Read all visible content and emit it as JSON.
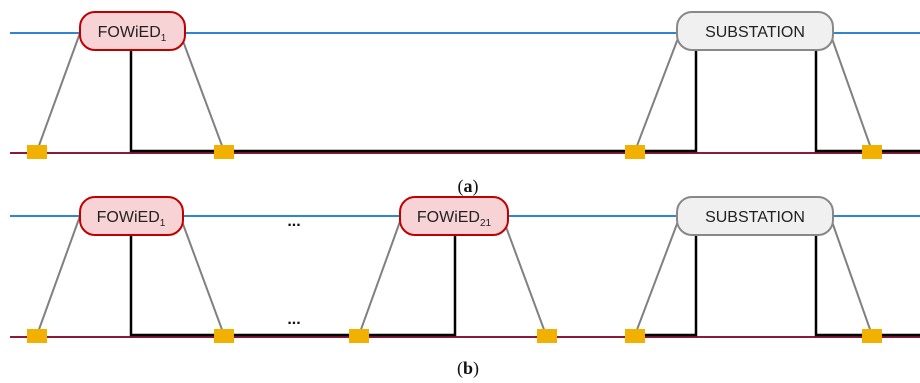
{
  "colors": {
    "top_line": "#2e86d1",
    "bottom_line": "#8b1a3a",
    "conductor": "#000000",
    "strut": "#808080",
    "connector": "#f2b100",
    "fowied_fill": "#f8d3d6",
    "fowied_stroke": "#c00000",
    "substation_fill": "#f0f0f0",
    "substation_stroke": "#888888"
  },
  "diagram_a": {
    "nodes": [
      {
        "kind": "fowied",
        "label": "FOWiED",
        "sub": "1"
      },
      {
        "kind": "substation",
        "label": "SUBSTATION",
        "sub": ""
      }
    ],
    "caption_open": "(",
    "caption_letter": "a",
    "caption_close": ")"
  },
  "diagram_b": {
    "nodes": [
      {
        "kind": "fowied",
        "label": "FOWiED",
        "sub": "1"
      },
      {
        "kind": "fowied",
        "label": "FOWiED",
        "sub": "21"
      },
      {
        "kind": "substation",
        "label": "SUBSTATION",
        "sub": ""
      }
    ],
    "ellipsis_top": "...",
    "ellipsis_bottom": "...",
    "caption_open": "(",
    "caption_letter": "b",
    "caption_close": ")"
  }
}
